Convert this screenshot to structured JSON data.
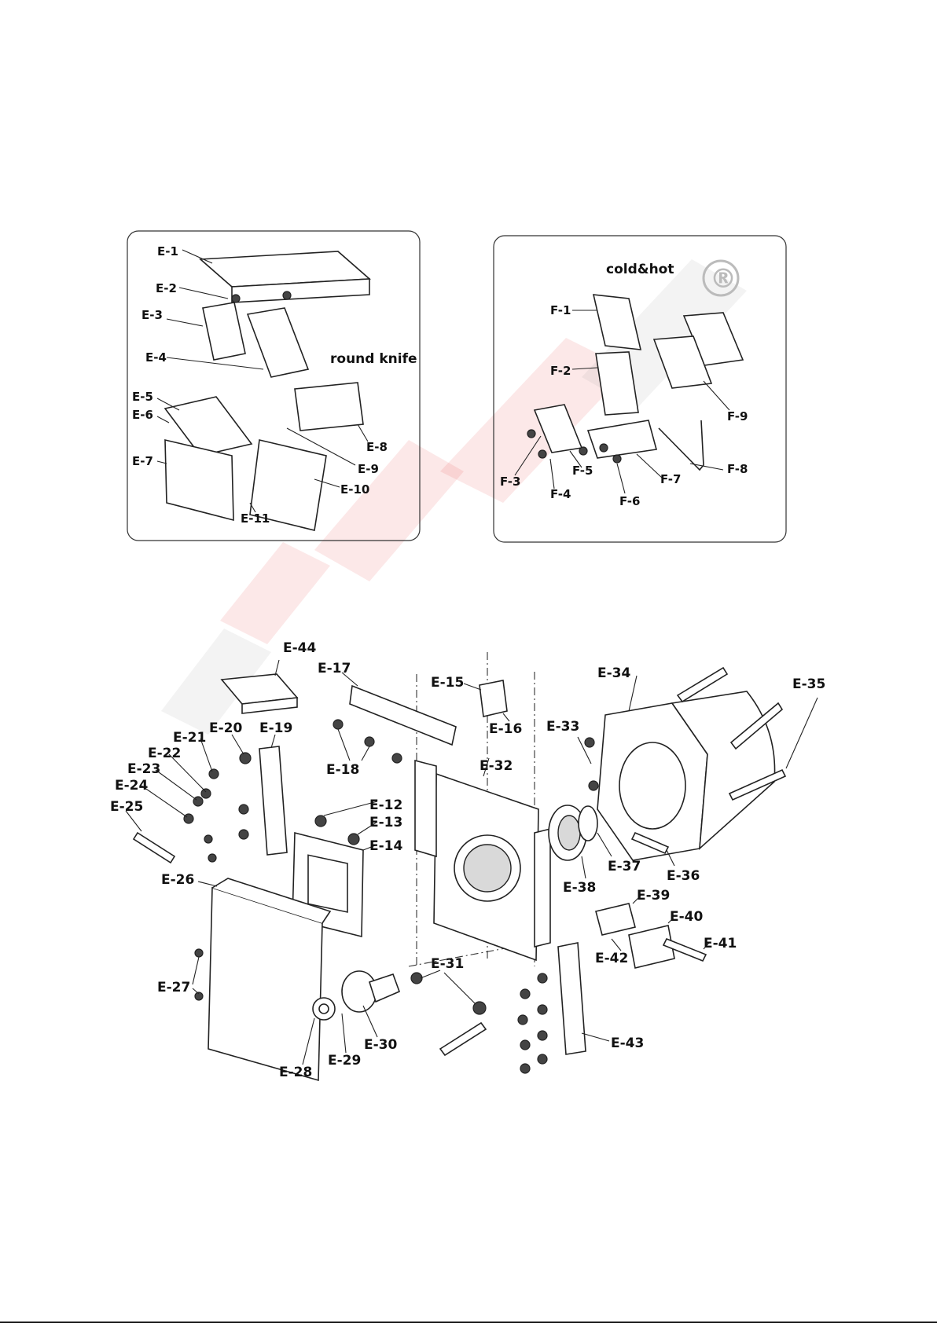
{
  "panels": {
    "left": {
      "caption": "round knife"
    },
    "right": {
      "caption": "cold&hot"
    }
  },
  "watermark": {
    "registered_mark": "®",
    "color": "#e02020"
  },
  "labels": {
    "e1": "E-1",
    "e2": "E-2",
    "e3": "E-3",
    "e4": "E-4",
    "e5": "E-5",
    "e6": "E-6",
    "e7": "E-7",
    "e8": "E-8",
    "e9": "E-9",
    "e10": "E-10",
    "e11": "E-11",
    "f1": "F-1",
    "f2": "F-2",
    "f3": "F-3",
    "f4": "F-4",
    "f5": "F-5",
    "f6": "F-6",
    "f7": "F-7",
    "f8": "F-8",
    "f9": "F-9",
    "e12": "E-12",
    "e13": "E-13",
    "e14": "E-14",
    "e15": "E-15",
    "e16": "E-16",
    "e17": "E-17",
    "e18": "E-18",
    "e19": "E-19",
    "e20": "E-20",
    "e21": "E-21",
    "e22": "E-22",
    "e23": "E-23",
    "e24": "E-24",
    "e25": "E-25",
    "e26": "E-26",
    "e27": "E-27",
    "e28": "E-28",
    "e29": "E-29",
    "e30": "E-30",
    "e31": "E-31",
    "e32": "E-32",
    "e33": "E-33",
    "e34": "E-34",
    "e35": "E-35",
    "e36": "E-36",
    "e37": "E-37",
    "e38": "E-38",
    "e39": "E-39",
    "e40": "E-40",
    "e41": "E-41",
    "e42": "E-42",
    "e43": "E-43",
    "e44": "E-44"
  }
}
